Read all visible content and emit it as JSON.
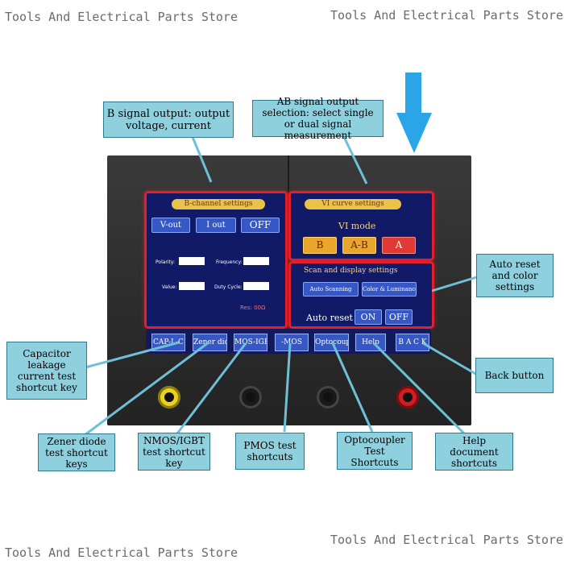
{
  "watermarks": {
    "top_left": "Tools And Electrical Parts Store",
    "top_right": "Tools And Electrical Parts Store",
    "bottom_left": "Tools And Electrical Parts Store",
    "bottom_right": "Tools And Electrical Parts Store"
  },
  "screen": {
    "b_panel": {
      "header": "B-channel settings",
      "buttons": [
        "V-out",
        "I out",
        "OFF"
      ],
      "labels": {
        "polarity": "Polarity:",
        "frequency": "Frequency:",
        "value": "Value:",
        "duty_cycle": "Duty Cycle:",
        "res": "Res: 00Ω"
      }
    },
    "vi_panel": {
      "header": "VI curve settings",
      "mode_label": "VI mode",
      "modes": [
        "B",
        "A-B",
        "A"
      ]
    },
    "scan_panel": {
      "header": "Scan and display settings",
      "buttons": [
        "Auto Scanning",
        "Color & Luminance"
      ],
      "auto_reset_label": "Auto reset",
      "on": "ON",
      "off": "OFF"
    },
    "toolbar": [
      "CAP-L-C",
      "Zener diode",
      "MOS-IGBT",
      "-MOS",
      "Optocoupler",
      "Help",
      "B A C K"
    ]
  },
  "callouts": {
    "b_signal": "B signal output: output voltage, current",
    "ab_signal": "AB signal output selection: select single or dual signal measurement",
    "auto_reset": "Auto reset and color settings",
    "capacitor": "Capacitor leakage current test shortcut key",
    "back": "Back button",
    "zener": "Zener diode test shortcut keys",
    "nmos": "NMOS/IGBT test shortcut key",
    "pmos": "PMOS test shortcuts",
    "opto": "Optocoupler Test Shortcuts",
    "help": "Help document shortcuts"
  },
  "colors": {
    "arrow": "#2aa6e8",
    "callout_fill": "#8fd0df",
    "panel_border": "#e0202a",
    "screen_bg": "#111a66"
  }
}
